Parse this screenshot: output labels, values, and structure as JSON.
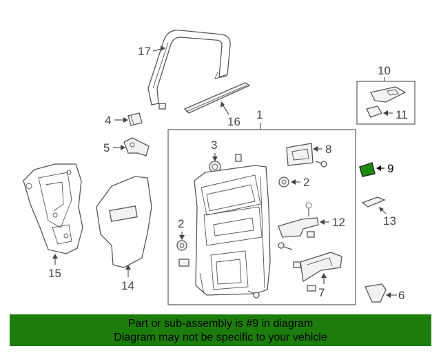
{
  "callouts": {
    "c1": "1",
    "c2a": "2",
    "c2b": "2",
    "c3": "3",
    "c4": "4",
    "c5": "5",
    "c6": "6",
    "c7": "7",
    "c8": "8",
    "c9": "9",
    "c10": "10",
    "c11": "11",
    "c12": "12",
    "c13": "13",
    "c14": "14",
    "c15": "15",
    "c16": "16",
    "c17": "17"
  },
  "highlight_color": "#1d8a10",
  "banner": {
    "line1": "Part or sub-assembly is #9 in diagram",
    "line2": "Diagram may not be specific to your vehicle",
    "background": "#1c7d0c"
  }
}
